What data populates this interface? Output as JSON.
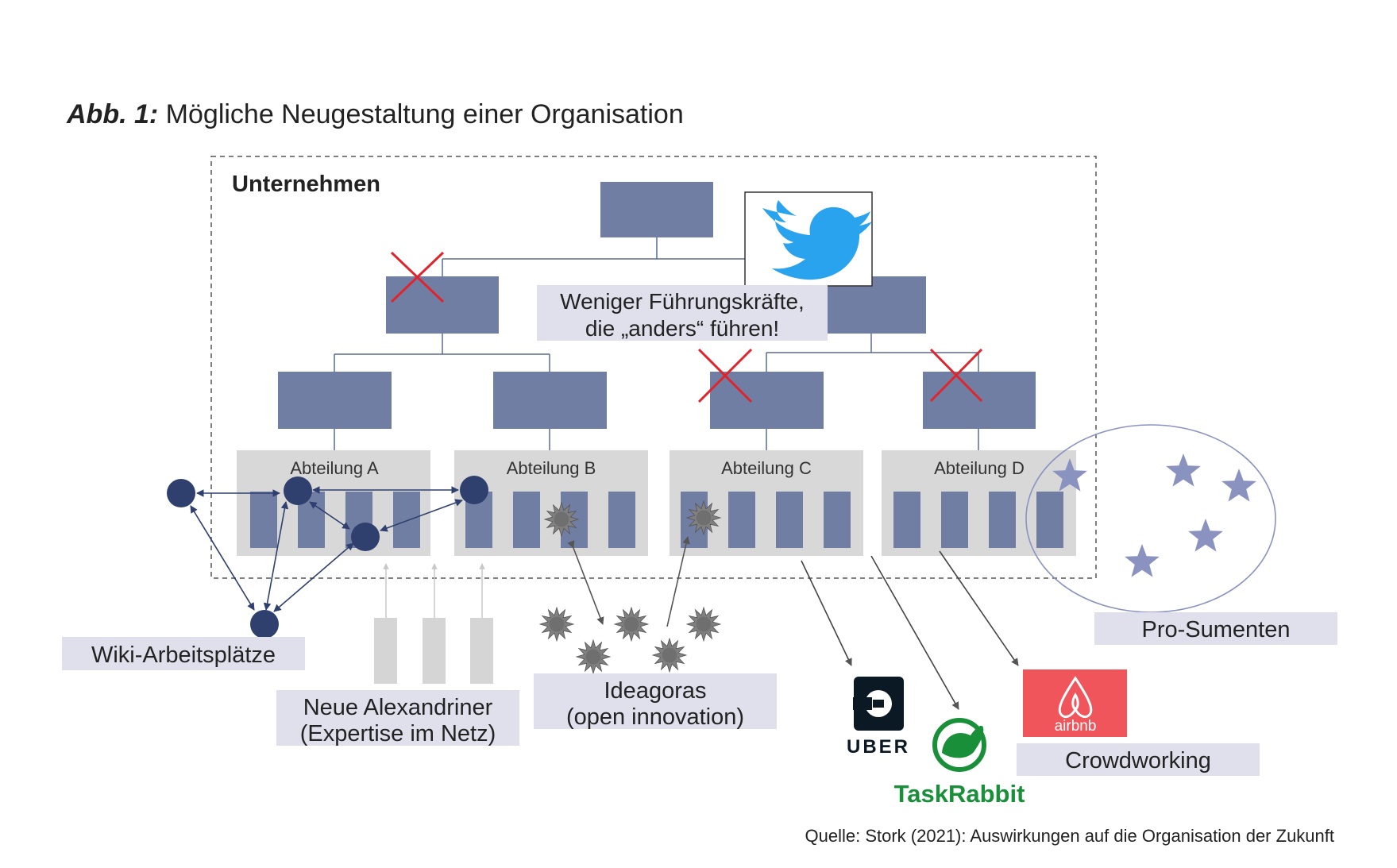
{
  "figure": {
    "label": "Abb. 1:",
    "title": "Mögliche Neugestaltung einer Organisation",
    "source": "Quelle: Stork (2021): Auswirkungen auf die Organisation der Zukunft"
  },
  "company": {
    "label": "Unternehmen"
  },
  "callout": {
    "line1": "Weniger Führungskräfte,",
    "line2": "die „anders“ führen!"
  },
  "departments": [
    "Abteilung A",
    "Abteilung B",
    "Abteilung C",
    "Abteilung D"
  ],
  "labels": {
    "wiki": "Wiki-Arbeitsplätze",
    "alexandriner_line1": "Neue Alexandriner",
    "alexandriner_line2": "(Expertise im Netz)",
    "ideagoras_line1": "Ideagoras",
    "ideagoras_line2": "(open innovation)",
    "prosumenten": "Pro-Sumenten",
    "crowdworking": "Crowdworking"
  },
  "logos": {
    "uber": "UBER",
    "taskrabbit": "TaskRabbit",
    "airbnb": "airbnb",
    "twitter": "twitter-bird-icon"
  },
  "colors": {
    "box": "#717ea4",
    "dept_bg": "#d8d8d8",
    "node": "#2f3f6e",
    "cross": "#e0242b",
    "label_bg": "#dfe0ec",
    "uber": "#0b1924",
    "taskrabbit": "#1a8f3a",
    "airbnb": "#ef555b",
    "twitter": "#2aa3ef",
    "star": "#8a93c0"
  }
}
